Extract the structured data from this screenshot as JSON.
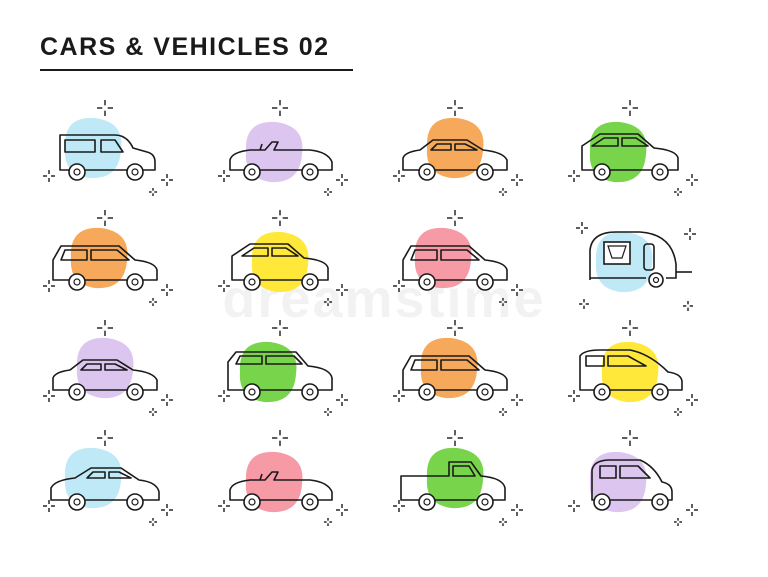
{
  "header": {
    "title": "CARS & VEHICLES 02"
  },
  "watermark": "dreamstime",
  "colors": {
    "blue": "#bfe9f7",
    "purple": "#dcc6f0",
    "orange": "#f6a95a",
    "green": "#78d44a",
    "yellow": "#ffe83a",
    "pink": "#f69aa6",
    "stroke": "#1a1a1a"
  },
  "icons": [
    {
      "name": "delivery-van-icon",
      "shape": "van",
      "blob": "blue"
    },
    {
      "name": "convertible-coupe-icon",
      "shape": "convertible",
      "blob": "purple"
    },
    {
      "name": "sedan-icon",
      "shape": "sedan",
      "blob": "orange"
    },
    {
      "name": "hatchback-icon",
      "shape": "hatch",
      "blob": "green"
    },
    {
      "name": "station-wagon-icon",
      "shape": "wagon",
      "blob": "orange"
    },
    {
      "name": "hatchback-icon",
      "shape": "hatch",
      "blob": "yellow"
    },
    {
      "name": "crossover-icon",
      "shape": "wagon",
      "blob": "pink"
    },
    {
      "name": "camper-trailer-icon",
      "shape": "trailer",
      "blob": "blue"
    },
    {
      "name": "sedan-icon",
      "shape": "sedan",
      "blob": "purple"
    },
    {
      "name": "suv-icon",
      "shape": "suv",
      "blob": "green"
    },
    {
      "name": "station-wagon-icon",
      "shape": "wagon",
      "blob": "orange"
    },
    {
      "name": "minivan-icon",
      "shape": "minivan",
      "blob": "yellow"
    },
    {
      "name": "coupe-icon",
      "shape": "coupe",
      "blob": "blue"
    },
    {
      "name": "roadster-icon",
      "shape": "convertible",
      "blob": "pink"
    },
    {
      "name": "pickup-truck-icon",
      "shape": "pickup",
      "blob": "green"
    },
    {
      "name": "microcar-icon",
      "shape": "micro",
      "blob": "purple"
    }
  ]
}
